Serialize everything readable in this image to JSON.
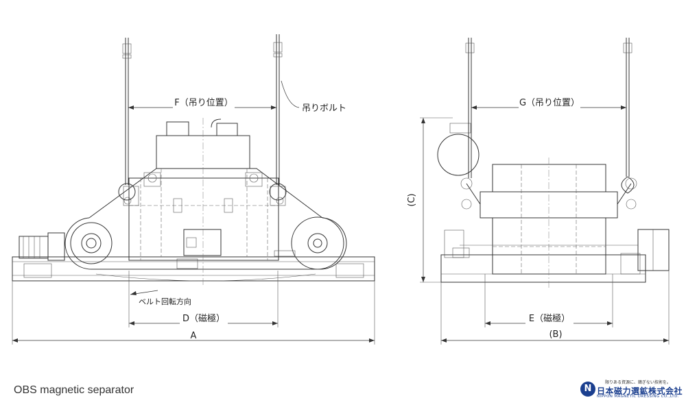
{
  "drawing": {
    "labels": {
      "F": "F（吊り位置）",
      "G": "G（吊り位置）",
      "bolt": "吊りボルト",
      "C": "(C)",
      "belt": "ベルト回転方向",
      "D": "D（磁極）",
      "E": "E（磁極）",
      "A": "A",
      "B": "(B)"
    }
  },
  "caption": "OBS magnetic separator",
  "logo": {
    "mark": "N",
    "tagline": "限りある資源に、錆ぎない技術を。",
    "name": "日本磁力選鉱株式会社",
    "english": "NIPPON MAGNETIC DRESSING CO.,LTD."
  }
}
